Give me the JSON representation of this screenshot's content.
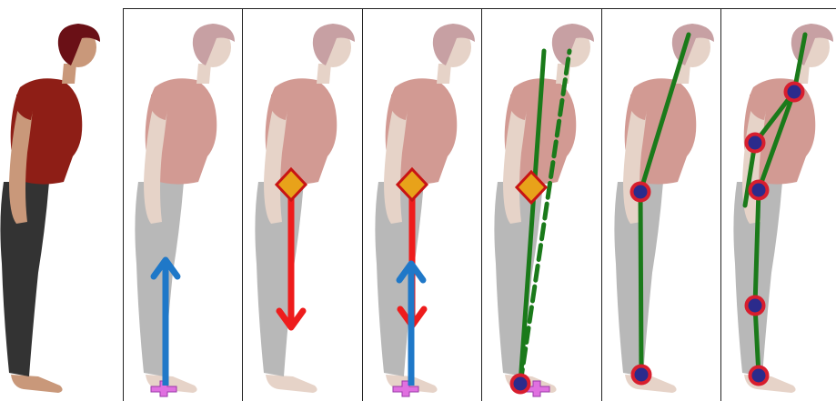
{
  "colors": {
    "background": "#ffffff",
    "frame_border": "#222222",
    "shirt": "#8e1e16",
    "shirt_faded": "#d29a93",
    "pants": "#333333",
    "pants_faded": "#b8b8b8",
    "skin": "#c9987a",
    "skin_faded": "#e6d3c8",
    "hair": "#6a1016",
    "hair_faded": "#c7a0a3",
    "up_arrow": "#1f78c8",
    "down_arrow": "#ee1c1c",
    "com_diamond_fill": "#e8a21a",
    "com_diamond_stroke": "#c81414",
    "support_cross": "#e070e0",
    "segment_line": "#1a7a1a",
    "joint_fill": "#2b2b8c",
    "joint_ring": "#d81e2e"
  },
  "panels": [
    {
      "id": "figure",
      "arrows": [],
      "diamond": false,
      "cross": false,
      "lines": "none",
      "joints": 0
    },
    {
      "id": "ground-reaction",
      "arrows": [
        "up"
      ],
      "diamond": false,
      "cross": true,
      "lines": "none",
      "joints": 0
    },
    {
      "id": "gravity",
      "arrows": [
        "down"
      ],
      "diamond": true,
      "cross": false,
      "lines": "none",
      "joints": 0
    },
    {
      "id": "balance",
      "arrows": [
        "down",
        "up"
      ],
      "diamond": true,
      "cross": true,
      "lines": "none",
      "joints": 0
    },
    {
      "id": "inverted-pendulum",
      "arrows": [],
      "diamond": true,
      "cross": true,
      "lines": "pendulum",
      "joints": 1
    },
    {
      "id": "double-pendulum",
      "arrows": [],
      "diamond": false,
      "cross": false,
      "lines": "two-link",
      "joints": 2
    },
    {
      "id": "multi-link",
      "arrows": [],
      "diamond": false,
      "cross": false,
      "lines": "multi-link",
      "joints": 5
    }
  ]
}
